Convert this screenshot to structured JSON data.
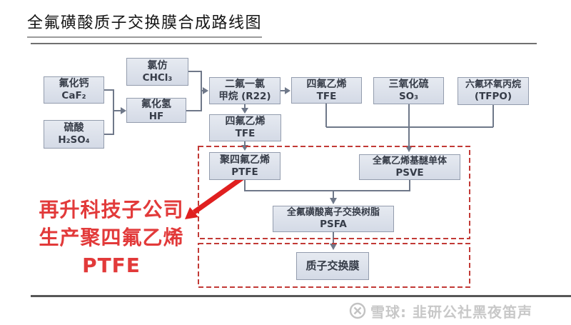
{
  "title": {
    "text": "全氟磺酸质子交换膜合成路线图"
  },
  "flowchart": {
    "boxes": {
      "caf2": {
        "line1": "氟化钙",
        "line2": "CaF₂"
      },
      "h2so4": {
        "line1": "硫酸",
        "line2": "H₂SO₄"
      },
      "chcl3": {
        "line1": "氯仿",
        "line2": "CHCl₃"
      },
      "hf": {
        "line1": "氟化氢",
        "line2": "HF"
      },
      "r22": {
        "line1": "二氟一氯",
        "line2": "甲烷 (R22)"
      },
      "tfe_top": {
        "line1": "四氟乙烯",
        "line2": "TFE"
      },
      "so3": {
        "line1": "三氧化硫",
        "line2": "SO₃"
      },
      "tfpo": {
        "line1": "六氟环氧丙烷",
        "line2": "(TFPO)"
      },
      "tfe_mid": {
        "line1": "四氟乙烯",
        "line2": "TFE"
      },
      "ptfe": {
        "line1": "聚四氟乙烯",
        "line2": "PTFE"
      },
      "psve": {
        "line1": "全氟乙烯基醚单体",
        "line2": "PSVE"
      },
      "psfa": {
        "line1": "全氟磺酸离子交换树脂",
        "line2": "PSFA"
      },
      "membrane": {
        "line1": "质子交换膜"
      }
    },
    "colors": {
      "box_fill_top": "#e6eaf1",
      "box_fill_bottom": "#d4dae6",
      "box_border": "#939cad",
      "box_text": "#363c48",
      "connector": "#6f7889",
      "dashed_highlight_border": "#c23a36"
    }
  },
  "annotation": {
    "line1": "再升科技子公司",
    "line2": "生产聚四氟乙烯",
    "line3": "PTFE",
    "color": "#e23a3a",
    "arrow_color": "#e01f1f"
  },
  "watermark": {
    "icon": "xueqiu-logo-icon",
    "text": "雪球: 韭研公社黑夜笛声",
    "color": "#c8c8c8"
  }
}
